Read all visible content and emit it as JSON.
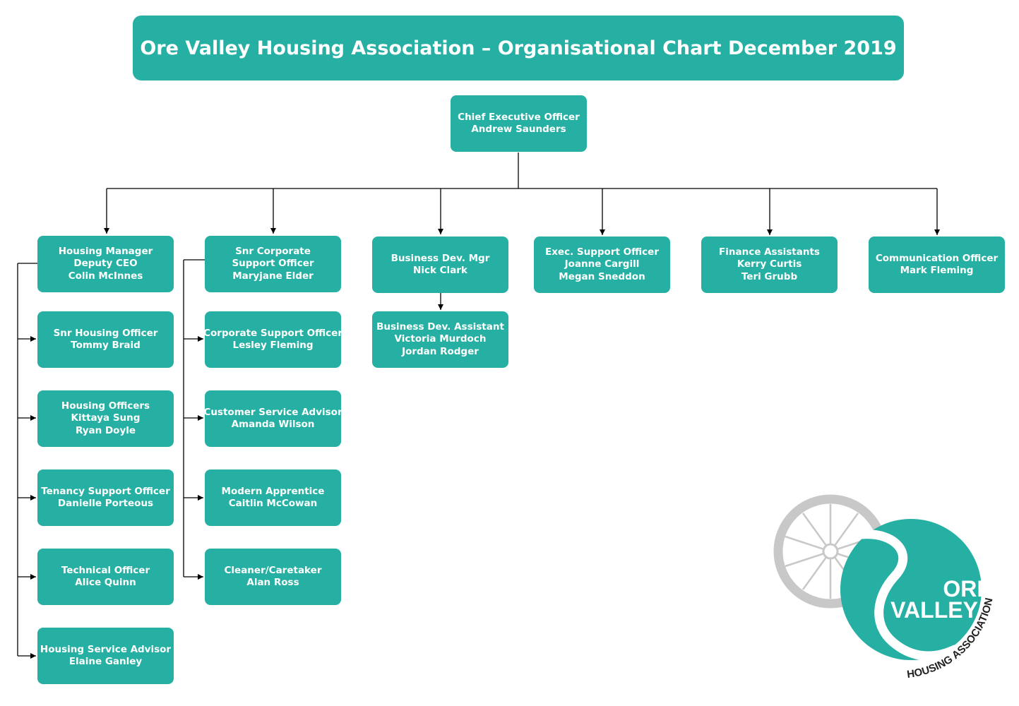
{
  "title": "Ore Valley Housing Association – Organisational Chart  December 2019",
  "ceo": {
    "role": "Chief Executive Officer",
    "name": "Andrew Saunders"
  },
  "housing": {
    "head": {
      "lines": [
        "Housing Manager",
        "Deputy CEO",
        "Colin McInnes"
      ]
    },
    "reports": [
      {
        "lines": [
          "Snr Housing Officer",
          "Tommy Braid"
        ]
      },
      {
        "lines": [
          "Housing Officers",
          "Kittaya Sung",
          "Ryan Doyle"
        ]
      },
      {
        "lines": [
          "Tenancy Support Officer",
          "Danielle Porteous"
        ]
      },
      {
        "lines": [
          "Technical Officer",
          "Alice Quinn"
        ]
      },
      {
        "lines": [
          "Housing Service Advisor",
          "Elaine Ganley"
        ]
      }
    ]
  },
  "corporate": {
    "head": {
      "lines": [
        "Snr Corporate",
        "Support Officer",
        "Maryjane Elder"
      ]
    },
    "reports": [
      {
        "lines": [
          "Corporate Support Officer",
          "Lesley Fleming"
        ]
      },
      {
        "lines": [
          "Customer Service Advisor",
          "Amanda Wilson"
        ]
      },
      {
        "lines": [
          "Modern Apprentice",
          "Caitlin McCowan"
        ]
      },
      {
        "lines": [
          "Cleaner/Caretaker",
          "Alan Ross"
        ]
      }
    ]
  },
  "business": {
    "head": {
      "lines": [
        "Business Dev. Mgr",
        "Nick Clark"
      ]
    },
    "reports": [
      {
        "lines": [
          "Business Dev. Assistant",
          "Victoria Murdoch",
          "Jordan Rodger"
        ]
      }
    ]
  },
  "exec_support": {
    "lines": [
      "Exec. Support Officer",
      "Joanne Cargill",
      "Megan  Sneddon"
    ]
  },
  "finance": {
    "lines": [
      "Finance Assistants",
      "Kerry Curtis",
      "Teri Grubb"
    ]
  },
  "communication": {
    "lines": [
      "Communication Officer",
      "Mark Fleming"
    ]
  },
  "logo": {
    "line1": "ORE",
    "line2": "VALLEY",
    "subtitle": "HOUSING ASSOCIATION"
  },
  "colors": {
    "box": "#26b0a4",
    "text": "#ffffff",
    "connector": "#000000",
    "wheel": "#c8c8c8"
  }
}
